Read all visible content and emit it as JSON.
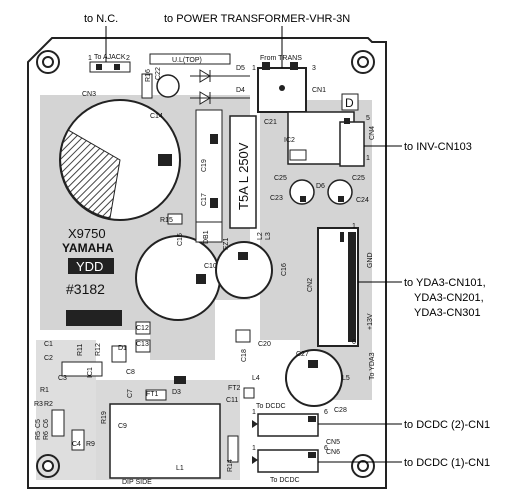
{
  "callouts": {
    "nc": "to N.C.",
    "power": "to POWER TRANSFORMER-VHR-3N",
    "inv": "to INV-CN103",
    "yda_1": "to YDA3-CN101,",
    "yda_2": "YDA3-CN201,",
    "yda_3": "YDA3-CN301",
    "dcdc2": "to DCDC (2)-CN1",
    "dcdc1": "to DCDC (1)-CN1"
  },
  "board": {
    "model_1": "X9750",
    "brand": "YAMAHA",
    "code": "YDD",
    "number": "#3182",
    "fuse": "T5A L 250V",
    "corner_d": "D"
  },
  "silk": {
    "to_ajack": "To AJACK",
    "ul_top": "U.L(TOP)",
    "from_trans": "From TRANS",
    "to_yda3": "To YDA3",
    "to_dcdc_1": "To DCDC",
    "to_dcdc_2": "To DCDC",
    "dip_side": "DIP SIDE",
    "gnd": "GND",
    "plus13v": "+13V",
    "cn1": "CN1",
    "cn2": "CN2",
    "cn3": "CN3",
    "cn4": "CN4",
    "cn5": "CN5",
    "cn6": "CN6",
    "c14": "C14",
    "c10": "C10",
    "c16": "C16",
    "c27": "C27",
    "c22": "C22",
    "c25a": "C25",
    "c25b": "C25",
    "c23": "C23",
    "c24": "C24",
    "c21": "C21",
    "c19": "C19",
    "c17": "C17",
    "c15": "C15",
    "c12": "C12",
    "c13": "C13",
    "c18": "C18",
    "c20": "C20",
    "c11": "C11",
    "c28": "C28",
    "c9": "C9",
    "c1": "C1",
    "c2": "C2",
    "c3": "C3",
    "c4": "C4",
    "c5": "C5",
    "c6": "C6",
    "c7": "C7",
    "c8": "C8",
    "r1": "R1",
    "r2": "R2",
    "r3": "R3",
    "r5": "R5",
    "r6": "R6",
    "r9": "R9",
    "r11": "R11",
    "r12": "R12",
    "r14": "R14",
    "r15": "R15",
    "r16": "R16",
    "r19": "R19",
    "d1": "D1",
    "d3": "D3",
    "d4": "D4",
    "d5": "D5",
    "d6": "D6",
    "db1": "DB1",
    "fz1": "FZ1",
    "ft1": "FT1",
    "ft2": "FT2",
    "ic2": "IC2",
    "ic1": "IC1",
    "l1": "L1",
    "l2": "L2",
    "l3": "L3",
    "l4": "L4",
    "l5": "L5",
    "pin_1a": "1",
    "pin_2a": "2",
    "pin_1b": "1",
    "pin_3b": "3",
    "pin_5": "5",
    "pin_1c": "1",
    "pin_1d": "1",
    "pin_6a": "6",
    "pin_1e": "1",
    "pin_6b": "6",
    "pin_1f": "1",
    "pin_6c": "6"
  }
}
